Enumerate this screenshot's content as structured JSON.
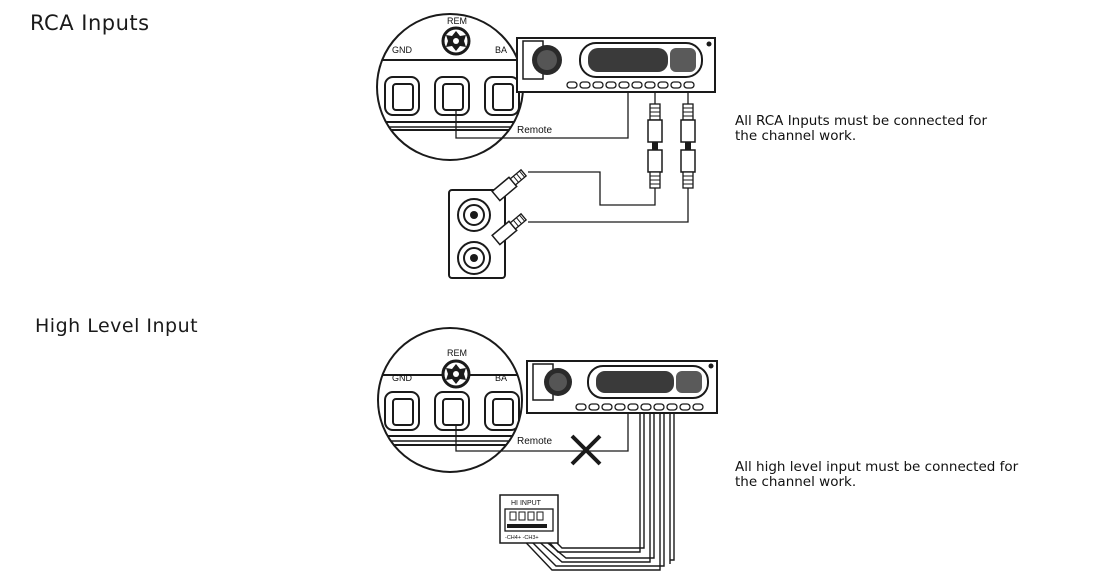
{
  "sections": [
    {
      "heading": "RCA Inputs",
      "note_line1": "All RCA Inputs must be connected for",
      "note_line2": "the channel work.",
      "terminal_labels": {
        "gnd": "GND",
        "rem": "REM",
        "batt": "BA"
      },
      "remote_label": "Remote"
    },
    {
      "heading": "High Level Input",
      "note_line1": "All high level input must be connected for",
      "note_line2": "the channel work.",
      "terminal_labels": {
        "gnd": "GND",
        "rem": "REM",
        "batt": "BA"
      },
      "remote_label": "Remote",
      "hi_input_label": "HI INPUT",
      "hi_input_pins": "-CH4+ -CH3+",
      "blocked_marker": "X"
    }
  ],
  "colors": {
    "line": "#1a1a1a",
    "fill_light": "#d9d9d9",
    "fill_dark": "#4a4a4a"
  }
}
